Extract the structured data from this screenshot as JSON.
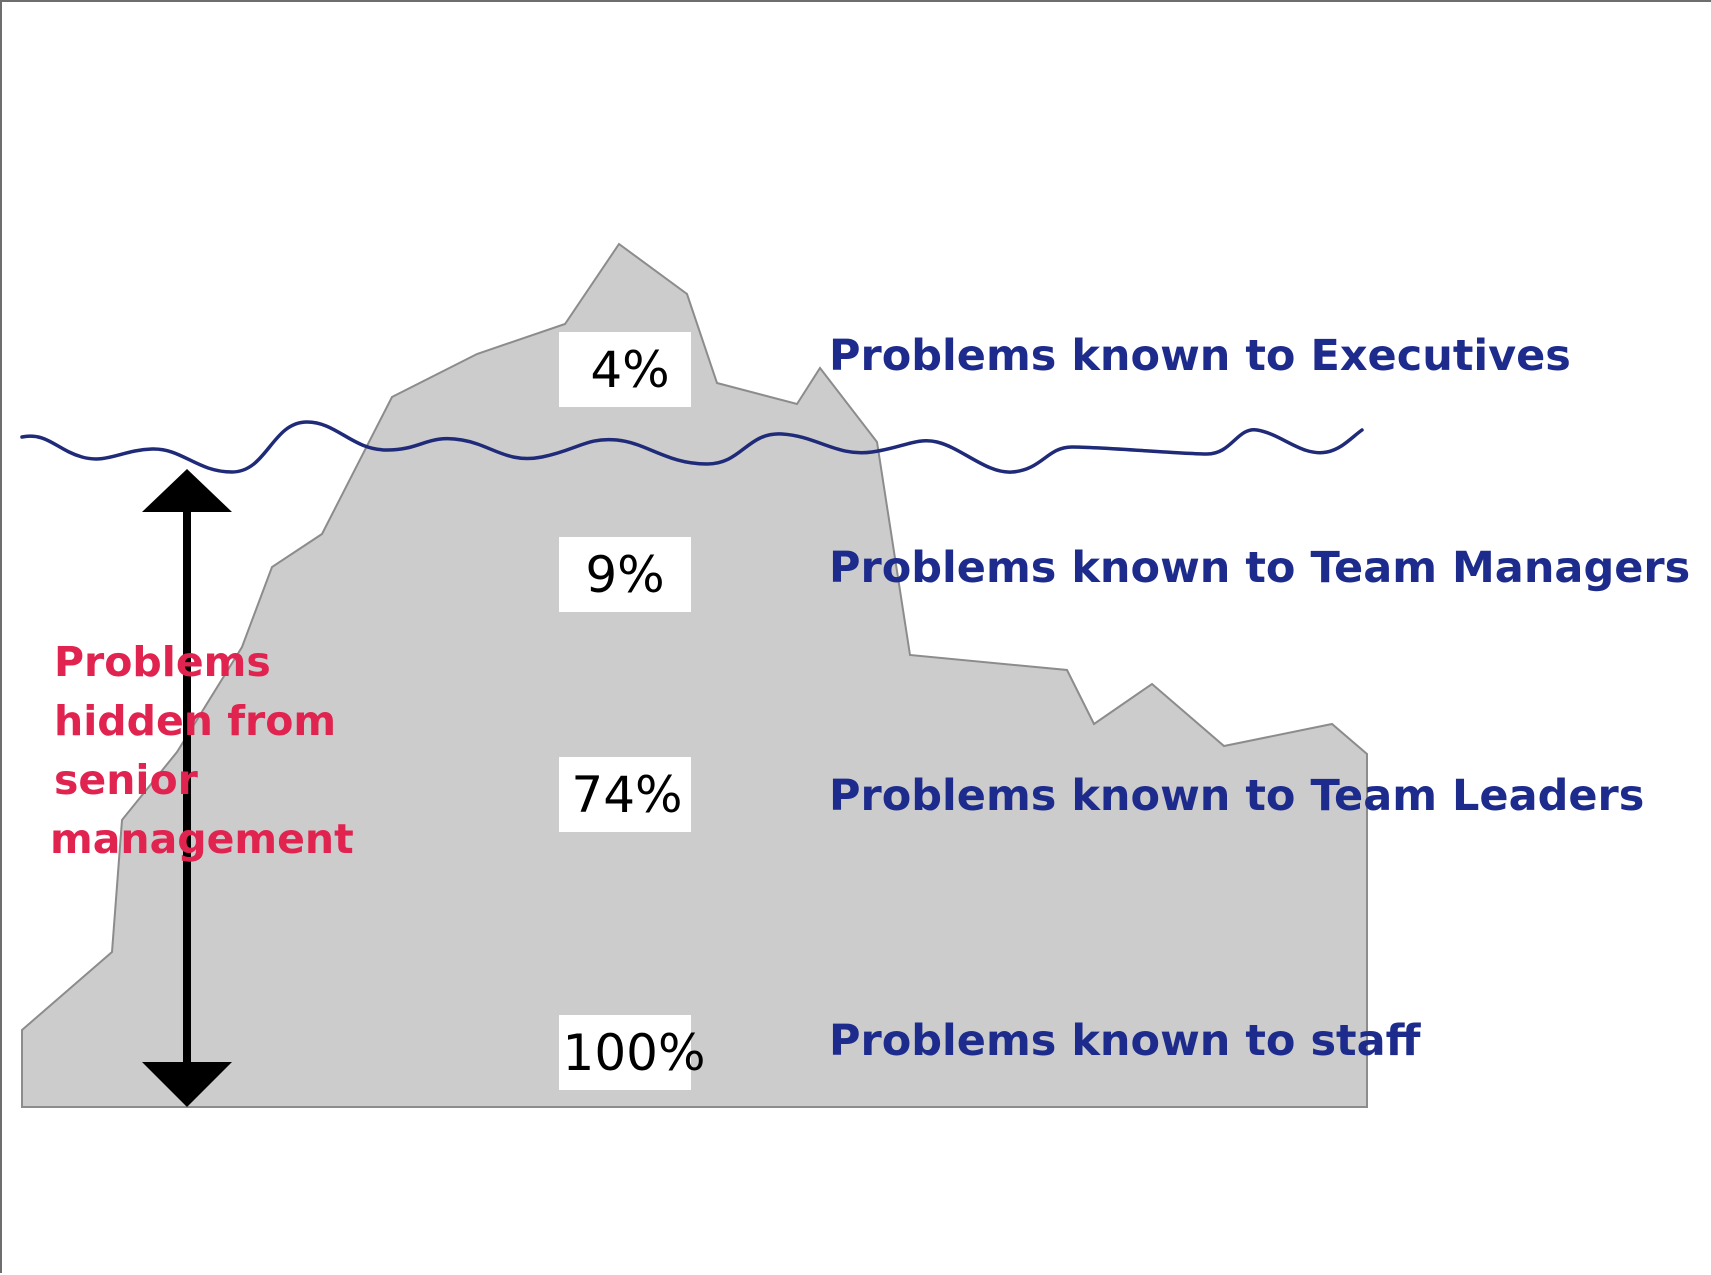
{
  "diagram": {
    "levels": [
      {
        "percent": "4%",
        "label": "Problems known to Executives"
      },
      {
        "percent": "9%",
        "label": "Problems known to Team Managers"
      },
      {
        "percent": "74%",
        "label": "Problems known to Team Leaders"
      },
      {
        "percent": "100%",
        "label": "Problems known to staff"
      }
    ],
    "hidden_label": [
      "Problems",
      "hidden from",
      "senior",
      "management"
    ],
    "colors": {
      "iceberg": "#cccccc",
      "iceberg_outline": "#8c8c8c",
      "waterline": "#1f2a78",
      "level_text": "#1d2b8c",
      "hidden_text": "#e0234f",
      "arrow": "#000000"
    }
  }
}
